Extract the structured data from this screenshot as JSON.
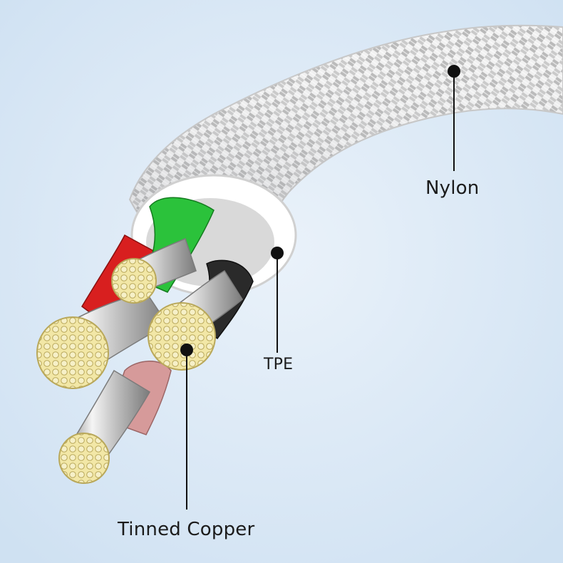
{
  "labels": {
    "nylon": "Nylon",
    "tpe": "TPE",
    "tinned_copper": "Tinned Copper"
  },
  "colors": {
    "background": "#dbe9f6",
    "braid": "#e7e7e7",
    "tpe_jacket": "#ffffff",
    "wire_red": "#d81f1f",
    "wire_green": "#2bc23b",
    "wire_black": "#2a2a2a",
    "wire_pink": "#d69a9a",
    "copper_strands": "#e8d98a",
    "callout": "#111111"
  }
}
